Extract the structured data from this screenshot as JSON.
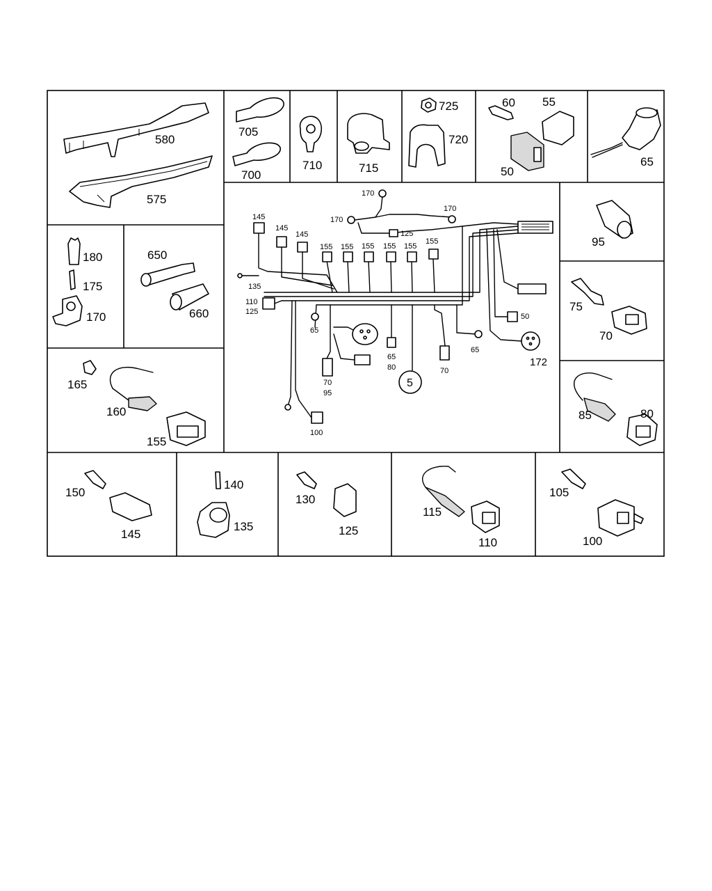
{
  "diagram": {
    "callouts": {
      "c580": "580",
      "c575": "575",
      "c705": "705",
      "c700": "700",
      "c710": "710",
      "c715": "715",
      "c725": "725",
      "c720": "720",
      "c60": "60",
      "c55": "55",
      "c50": "50",
      "c65": "65",
      "c180": "180",
      "c175": "175",
      "c170": "170",
      "c650": "650",
      "c660": "660",
      "c95": "95",
      "c75": "75",
      "c70": "70",
      "c165": "165",
      "c160": "160",
      "c155": "155",
      "c85": "85",
      "c80": "80",
      "c150": "150",
      "c145": "145",
      "c140": "140",
      "c135": "135",
      "c130": "130",
      "c125": "125",
      "c115": "115",
      "c110": "110",
      "c105": "105",
      "c100": "100"
    },
    "harness": {
      "h170a": "170",
      "h170b": "170",
      "h170c": "170",
      "h145a": "145",
      "h145b": "145",
      "h145c": "145",
      "h125": "125",
      "h155a": "155",
      "h155b": "155",
      "h155c": "155",
      "h155d": "155",
      "h155e": "155",
      "h155f": "155",
      "h135": "135",
      "h110": "110",
      "h125b": "125",
      "h65a": "65",
      "h65b": "65",
      "h65c": "65",
      "h80": "80",
      "h70a": "70",
      "h95": "95",
      "h70b": "70",
      "h50": "50",
      "h172": "172",
      "h100": "100",
      "h5": "5"
    }
  }
}
